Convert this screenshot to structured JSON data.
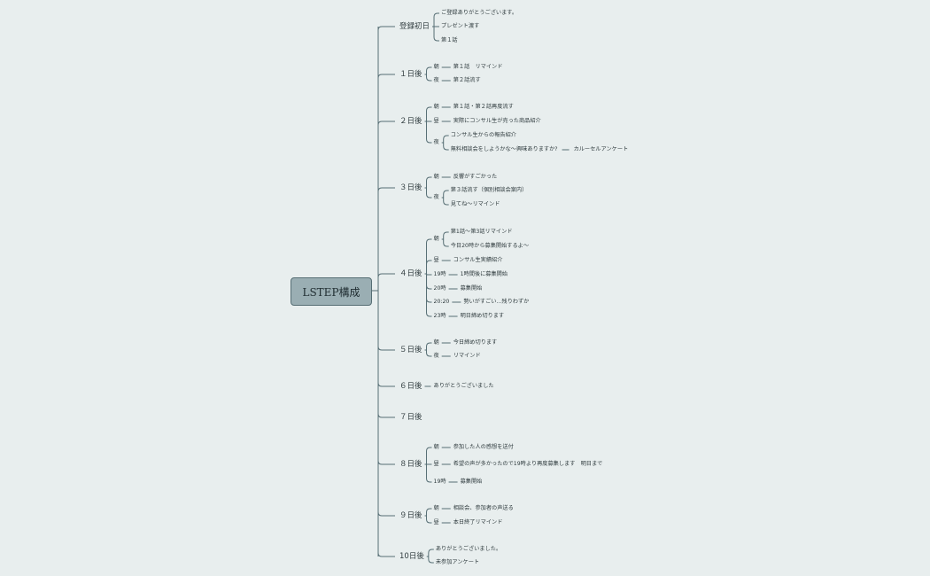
{
  "root": "LSTEP構成",
  "days": [
    {
      "label": "登録初日",
      "children": [
        {
          "text": "ご登録ありがとうございます。"
        },
        {
          "text": "プレゼント渡す"
        },
        {
          "text": "第１話"
        }
      ]
    },
    {
      "label": "１日後",
      "children": [
        {
          "text": "朝",
          "children": [
            {
              "text": "第１話　リマインド"
            }
          ]
        },
        {
          "text": "夜",
          "children": [
            {
              "text": "第２話流す"
            }
          ]
        }
      ]
    },
    {
      "label": "２日後",
      "children": [
        {
          "text": "朝",
          "children": [
            {
              "text": "第１話・第２話再度流す"
            }
          ]
        },
        {
          "text": "昼",
          "children": [
            {
              "text": "実際にコンサル生が売った商品紹介"
            }
          ]
        },
        {
          "text": "夜",
          "children": [
            {
              "text": "コンサル生からの報告紹介"
            },
            {
              "text": "無料相談会をしようかな〜興味ありますか?",
              "children": [
                {
                  "text": "カルーセルアンケート"
                }
              ]
            }
          ]
        }
      ]
    },
    {
      "label": "３日後",
      "children": [
        {
          "text": "朝",
          "children": [
            {
              "text": "反響がすごかった"
            }
          ]
        },
        {
          "text": "夜",
          "children": [
            {
              "text": "第３話流す（個別相談会案内）"
            },
            {
              "text": "見てね〜リマインド"
            }
          ]
        }
      ]
    },
    {
      "label": "４日後",
      "children": [
        {
          "text": "朝",
          "children": [
            {
              "text": "第1話〜第3話リマインド"
            },
            {
              "text": "今日20時から募集開始するよ〜"
            }
          ]
        },
        {
          "text": "昼",
          "children": [
            {
              "text": "コンサル生実績紹介"
            }
          ]
        },
        {
          "text": "19時",
          "children": [
            {
              "text": "1時間後に募集開始"
            }
          ]
        },
        {
          "text": "20時",
          "children": [
            {
              "text": "募集開始"
            }
          ]
        },
        {
          "text": "20:20",
          "children": [
            {
              "text": "勢いがすごい...残りわずか"
            }
          ]
        },
        {
          "text": "23時",
          "children": [
            {
              "text": "明日締め切ります"
            }
          ]
        }
      ]
    },
    {
      "label": "５日後",
      "children": [
        {
          "text": "朝",
          "children": [
            {
              "text": "今日締め切ります"
            }
          ]
        },
        {
          "text": "夜",
          "children": [
            {
              "text": "リマインド"
            }
          ]
        }
      ]
    },
    {
      "label": "６日後",
      "children": [
        {
          "text": "ありがとうございました"
        }
      ]
    },
    {
      "label": "７日後",
      "children": []
    },
    {
      "label": "８日後",
      "children": [
        {
          "text": "朝",
          "children": [
            {
              "text": "参加した人の感想を送付"
            }
          ]
        },
        {
          "text": "昼",
          "children": [
            {
              "text": "希望の声が多かったので19時より再度募集します　明日まで"
            }
          ]
        },
        {
          "text": "19時",
          "children": [
            {
              "text": "募集開始"
            }
          ]
        }
      ]
    },
    {
      "label": "９日後",
      "children": [
        {
          "text": "朝",
          "children": [
            {
              "text": "相談会、参加者の声送る"
            }
          ]
        },
        {
          "text": "昼",
          "children": [
            {
              "text": "本日終了リマインド"
            }
          ]
        }
      ]
    },
    {
      "label": "10日後",
      "children": [
        {
          "text": "ありがとうございました。"
        },
        {
          "text": "未参加アンケート"
        }
      ]
    }
  ]
}
